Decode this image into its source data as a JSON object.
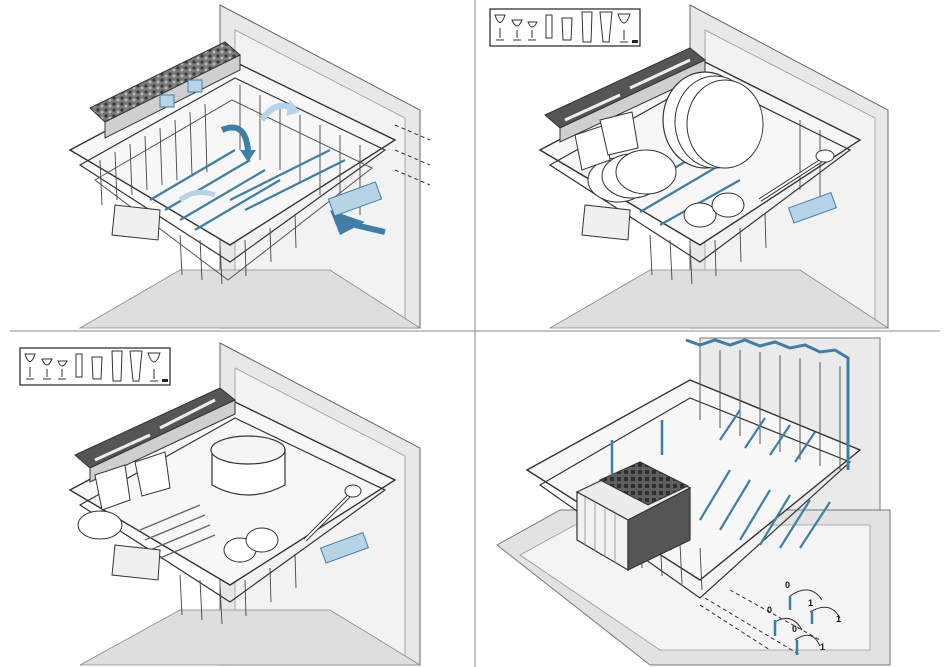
{
  "colors": {
    "line": "#2b2b2b",
    "light_line": "#9a9a9a",
    "wall": "#e6e6e6",
    "wall_dark": "#d2d2d2",
    "floor": "#dcdcdc",
    "highlight": "#3f7fa6",
    "highlight_fill": "#b7d4e6",
    "white": "#ffffff"
  },
  "panels": [
    {
      "id": "panel-top-left",
      "content": "upper-rack-empty-with-adjustment-arrows"
    },
    {
      "id": "panel-top-right",
      "content": "upper-rack-loaded-plates-cups",
      "legend_icons": [
        "wine-glass",
        "wine-glass",
        "wine-glass",
        "cocktail-glass",
        "tumbler",
        "tall-glass",
        "beer-glass",
        "flute-glass"
      ]
    },
    {
      "id": "panel-bottom-left",
      "content": "upper-rack-loaded-pot-cups",
      "legend_icons": [
        "wine-glass",
        "wine-glass",
        "wine-glass",
        "cocktail-glass",
        "tumbler",
        "tall-glass",
        "beer-glass",
        "flute-glass"
      ]
    },
    {
      "id": "panel-bottom-right",
      "content": "lower-rack-with-cutlery-basket-and-foldable-tines"
    }
  ],
  "tine_positions": {
    "labels": [
      "0",
      "1",
      "0",
      "1",
      "0",
      "1"
    ]
  }
}
